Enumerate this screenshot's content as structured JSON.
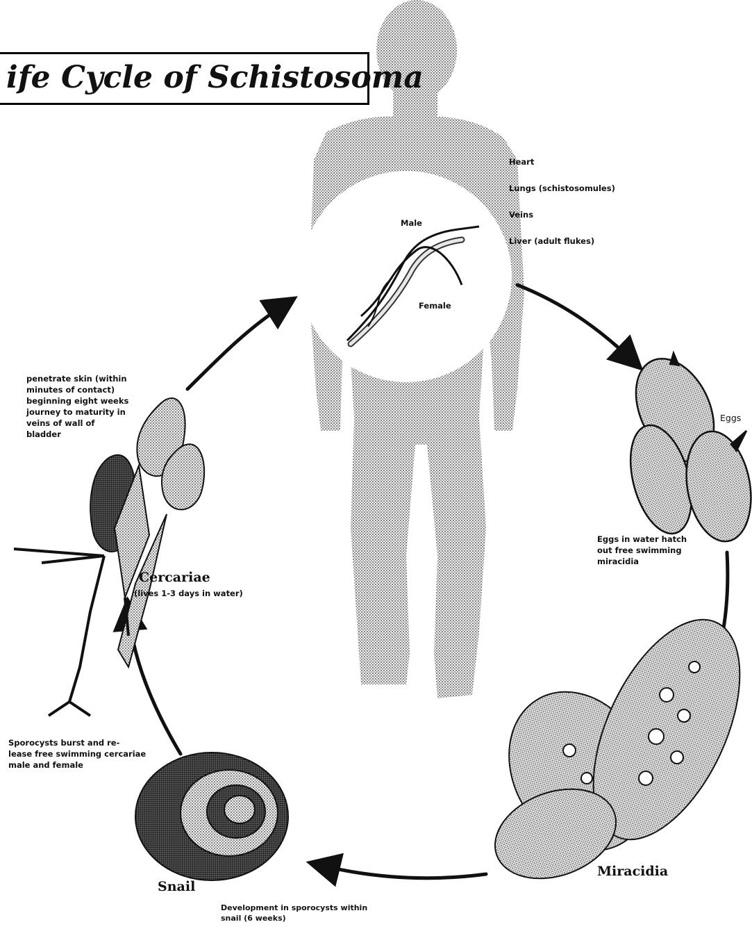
{
  "title": "ife Cycle of Schistosoma",
  "body_labels": {
    "heart": "Heart",
    "lungs": "Lungs (schistosomules)",
    "veins": "Veins",
    "liver": "Liver (adult flukes)",
    "male": "Male",
    "female": "Female"
  },
  "stages": {
    "eggs": {
      "label": "Eggs",
      "description_lines": [
        "Eggs in water hatch",
        "out free swimming",
        "miracidia"
      ]
    },
    "miracidia": {
      "label": "Miracidia"
    },
    "snail": {
      "label": "Snail",
      "description_lines": [
        "Development in sporocysts within",
        "snail (6 weeks)"
      ]
    },
    "sporocysts": {
      "description_lines": [
        "Sporocysts burst and re-",
        "lease free swimming cercariae",
        "male and female"
      ]
    },
    "cercariae": {
      "label": "Cercariae",
      "sublabel": "(lives 1-3 days in water)",
      "description_lines": [
        "penetrate skin (within",
        "minutes of contact)",
        "beginning eight weeks",
        "journey to maturity in",
        "veins of wall of",
        "bladder"
      ]
    }
  }
}
